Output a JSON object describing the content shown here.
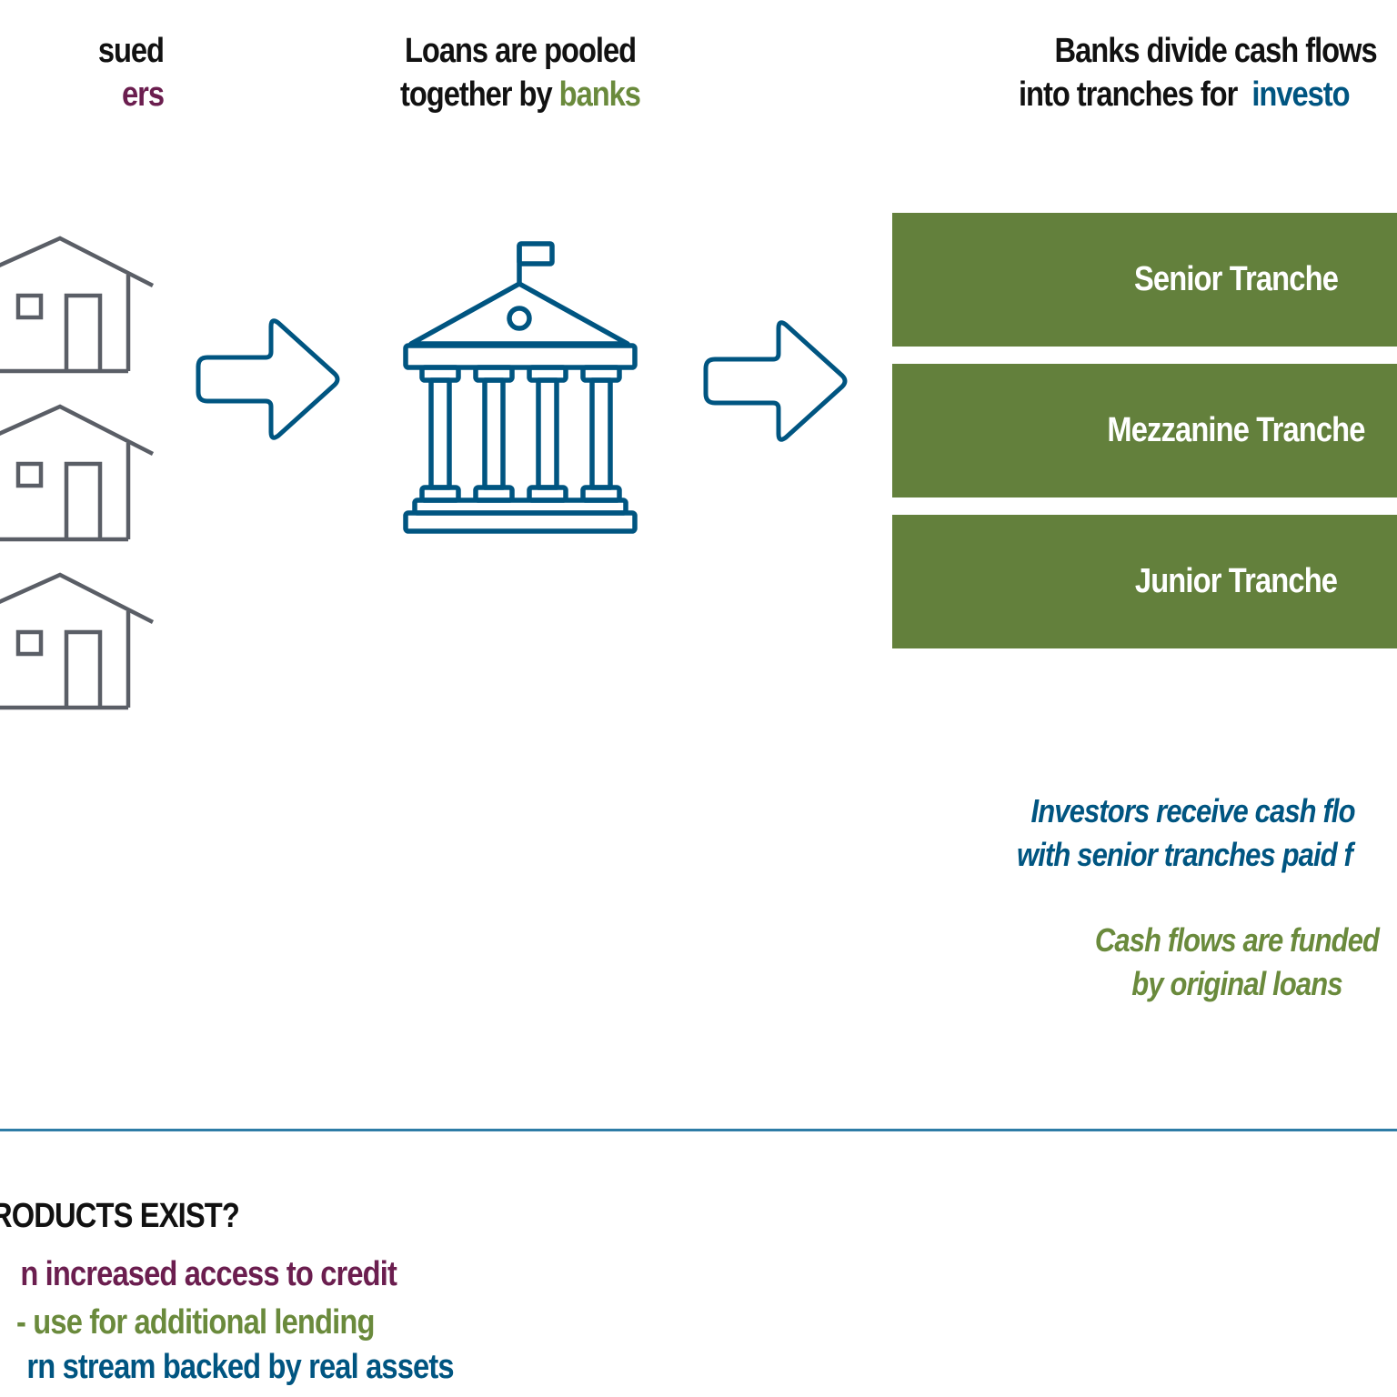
{
  "colors": {
    "borrowers": "#6b1e4f",
    "banks": "#6a8a3c",
    "investors": "#005581",
    "tranche_fill": "#63803c",
    "house_stroke": "#5a5e66",
    "icon_stroke": "#005581",
    "divider": "#2e7ca6"
  },
  "steps": [
    {
      "heading_line1": "sued",
      "heading_line2_prefix": "",
      "heading_line2_highlight": "ers",
      "icons": [
        "house-icon",
        "house-icon",
        "house-icon"
      ]
    },
    {
      "heading_line1": "Loans are pooled",
      "heading_line2_prefix": "together by ",
      "heading_line2_highlight": "banks",
      "icons": [
        "bank-icon"
      ]
    },
    {
      "heading_line1": "Banks divide cash flows",
      "heading_line2_prefix": "into tranches for  ",
      "heading_line2_highlight": "investo",
      "icons": []
    }
  ],
  "tranches": [
    {
      "label": "Senior Tranche"
    },
    {
      "label": "Mezzanine Tranche"
    },
    {
      "label": "Junior Tranche"
    }
  ],
  "notes": {
    "investors_line1": "Investors receive cash flo",
    "investors_line2": "with senior tranches paid f",
    "funding_line1": "Cash flows are funded",
    "funding_line2": "by original loans"
  },
  "bottom": {
    "title": "RODUCTS EXIST?",
    "bullets": [
      {
        "text": "n increased access to credit",
        "color_key": "borrowers"
      },
      {
        "text": "- use for additional lending",
        "color_key": "banks"
      },
      {
        "text": "rn stream backed by real assets",
        "color_key": "investors"
      }
    ]
  }
}
